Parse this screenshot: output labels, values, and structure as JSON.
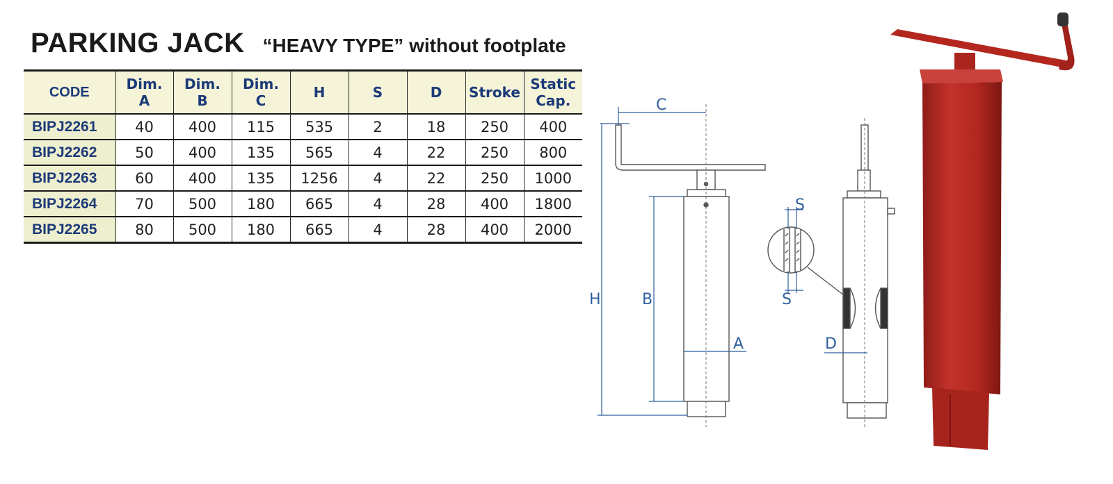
{
  "title": {
    "main": "PARKING JACK",
    "sub": "“HEAVY TYPE” without footplate"
  },
  "table": {
    "headers": [
      {
        "line1": "CODE",
        "line2": ""
      },
      {
        "line1": "Dim.",
        "line2": "A"
      },
      {
        "line1": "Dim.",
        "line2": "B"
      },
      {
        "line1": "Dim.",
        "line2": "C"
      },
      {
        "line1": "H",
        "line2": ""
      },
      {
        "line1": "S",
        "line2": ""
      },
      {
        "line1": "D",
        "line2": ""
      },
      {
        "line1": "Stroke",
        "line2": ""
      },
      {
        "line1": "Static",
        "line2": "Cap."
      }
    ],
    "rows": [
      [
        "BIPJ2261",
        "40",
        "400",
        "115",
        "535",
        "2",
        "18",
        "250",
        "400"
      ],
      [
        "BIPJ2262",
        "50",
        "400",
        "135",
        "565",
        "4",
        "22",
        "250",
        "800"
      ],
      [
        "BIPJ2263",
        "60",
        "400",
        "135",
        "1256",
        "4",
        "22",
        "250",
        "1000"
      ],
      [
        "BIPJ2264",
        "70",
        "500",
        "180",
        "665",
        "4",
        "28",
        "400",
        "1800"
      ],
      [
        "BIPJ2265",
        "80",
        "500",
        "180",
        "665",
        "4",
        "28",
        "400",
        "2000"
      ]
    ]
  },
  "drawing": {
    "labels": {
      "c": "C",
      "h": "H",
      "b": "B",
      "a": "A",
      "s_top": "S",
      "s_bottom": "S",
      "d": "D"
    }
  },
  "colors": {
    "code_header": "#4e9a2a",
    "header_bg": "#f5f4d8",
    "header_text": "#1b3a78",
    "dimension_lines": "#2f5f9c",
    "jack_red": "#b92b26"
  }
}
